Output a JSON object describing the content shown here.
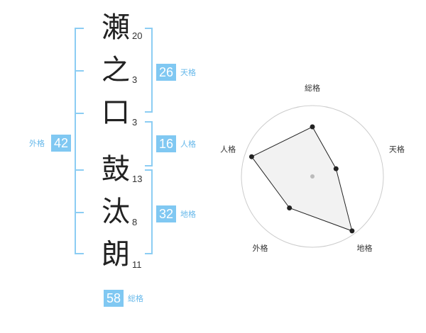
{
  "name": {
    "chars": [
      {
        "char": "瀬",
        "strokes": "20"
      },
      {
        "char": "之",
        "strokes": "3"
      },
      {
        "char": "口",
        "strokes": "3"
      },
      {
        "char": "鼓",
        "strokes": "13"
      },
      {
        "char": "汰",
        "strokes": "8"
      },
      {
        "char": "朗",
        "strokes": "11"
      }
    ]
  },
  "kakusu": {
    "tenkaku": {
      "value": "26",
      "label": "天格"
    },
    "jinkaku": {
      "value": "16",
      "label": "人格"
    },
    "chikaku": {
      "value": "32",
      "label": "地格"
    },
    "gaikaku": {
      "value": "42",
      "label": "外格"
    },
    "soukaku": {
      "value": "58",
      "label": "総格"
    }
  },
  "colors": {
    "accent": "#80c8f2",
    "accent_text": "#66b8ea",
    "bracket": "#8ccdf3",
    "radar_fill": "#f0f0f0",
    "radar_grid": "#cccccc"
  },
  "chart_data": {
    "type": "radar",
    "axes": [
      "総格",
      "天格",
      "地格",
      "外格",
      "人格"
    ],
    "values": [
      0.7,
      0.35,
      0.95,
      0.55,
      0.9
    ],
    "rings": 4
  }
}
